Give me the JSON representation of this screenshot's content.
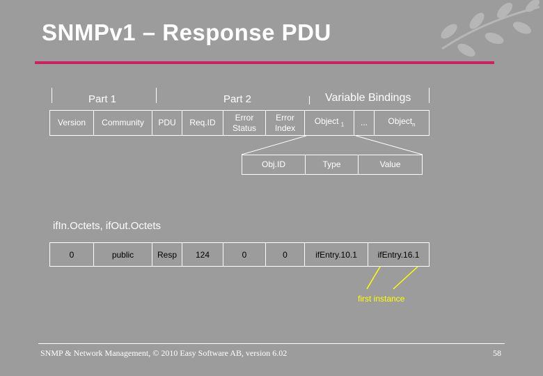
{
  "title": "SNMPv1 – Response PDU",
  "parts": {
    "part1": "Part 1",
    "part2": "Part 2",
    "varbind": "Variable Bindings"
  },
  "header_cells": {
    "version": "Version",
    "community": "Community",
    "pdu": "PDU",
    "req_id": "Req.ID",
    "error_status_1": "Error",
    "error_status_2": "Status",
    "error_index_1": "Error",
    "error_index_2": "Index",
    "object1": "Object",
    "object1_sub": "1",
    "ellipsis": "...",
    "objectn": "Object",
    "objectn_sub": "n"
  },
  "binding_cells": {
    "obj_id": "Obj.ID",
    "type": "Type",
    "value": "Value"
  },
  "example_label": "ifIn.Octets, ifOut.Octets",
  "value_cells": {
    "version": "0",
    "community": "public",
    "pdu": "Resp",
    "req_id": "124",
    "error_status": "0",
    "error_index": "0",
    "binding1": "ifEntry.10.1",
    "binding2": "ifEntry.16.1"
  },
  "annotation": "first instance",
  "footer": "SNMP & Network Management, © 2010 Easy Software AB, version 6.02",
  "page_number": "58",
  "colors": {
    "background": "#9c9c9c",
    "title_rule": "#cc2060",
    "annotation": "#ffff00"
  },
  "icons": {
    "logo": "leaf-branch-icon"
  }
}
